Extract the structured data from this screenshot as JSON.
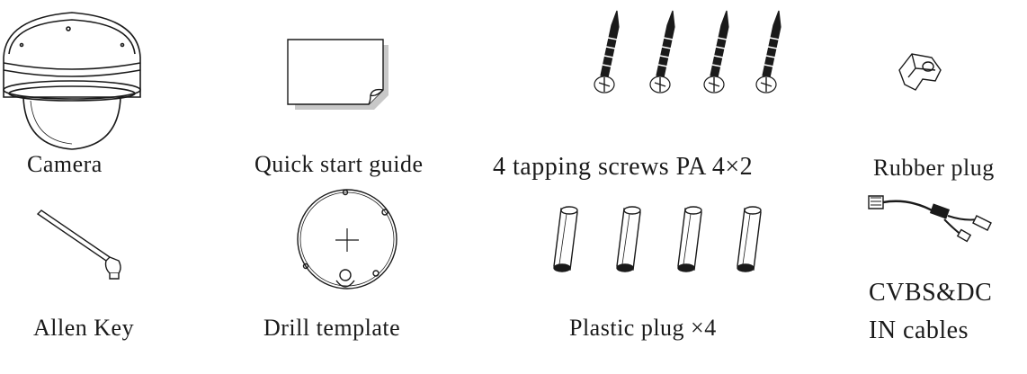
{
  "items": {
    "camera": {
      "label": "Camera",
      "icon": "dome-camera-icon"
    },
    "guide": {
      "label": "Quick start guide",
      "icon": "document-sheet-icon"
    },
    "screws": {
      "label": "4 tapping screws PA 4×2",
      "icon": "screw-icon"
    },
    "rubber_plug": {
      "label": "Rubber plug",
      "icon": "rubber-plug-icon"
    },
    "allen_key": {
      "label": "Allen Key",
      "icon": "allen-key-icon"
    },
    "drill_template": {
      "label": "Drill template",
      "icon": "drill-template-icon"
    },
    "plastic_plug": {
      "label": "Plastic plug ×4",
      "icon": "wall-anchor-icon"
    },
    "cables": {
      "label_line1": "CVBS&DC",
      "label_line2": "IN cables",
      "icon": "cable-harness-icon"
    }
  },
  "colors": {
    "ink": "#1a1a1a",
    "shadow": "#c8c8c8",
    "background": "#ffffff"
  }
}
